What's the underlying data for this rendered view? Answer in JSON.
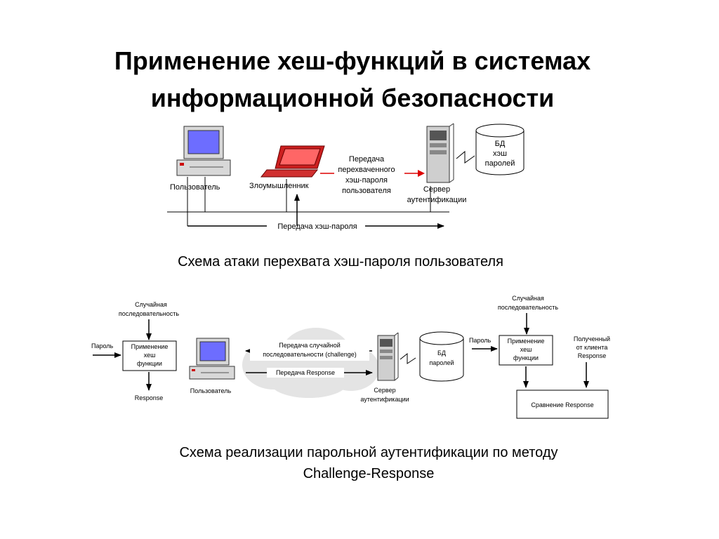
{
  "slide": {
    "title_line1": "Применение хеш-функций в системах",
    "title_line2": "информационной безопасности"
  },
  "diagram1": {
    "user_label": "Пользователь",
    "attacker_label": "Злоумышленник",
    "transfer_intercepted": [
      "Передача",
      "перехваченного",
      "хэш-пароля",
      "пользователя"
    ],
    "server_label": [
      "Сервер",
      "аутентификации"
    ],
    "db_label": [
      "БД",
      "хэш",
      "паролей"
    ],
    "bus_label": "Передача хэш-пароля",
    "caption": "Схема атаки перехвата хэш-пароля пользователя"
  },
  "diagram2": {
    "random_seq_left": [
      "Случайная",
      "последовательность"
    ],
    "password_left": "Пароль",
    "hash_box_left": [
      "Применение",
      "хеш",
      "функции"
    ],
    "response_left": "Response",
    "user_label": "Пользователь",
    "challenge_transfer": [
      "Передача случайной",
      "последовательности (challenge)"
    ],
    "response_transfer": "Передача Response",
    "server_label": [
      "Сервер",
      "аутентификации"
    ],
    "db_label": [
      "БД",
      "паролей"
    ],
    "password_right": "Пароль",
    "random_seq_right": [
      "Случайная",
      "последовательность"
    ],
    "hash_box_right": [
      "Применение",
      "хеш",
      "функции"
    ],
    "received_response": [
      "Полученный",
      "от клиента",
      "Response"
    ],
    "compare_box": "Сравнение Response",
    "caption_line1": "Схема реализации парольной аутентификации по методу",
    "caption_line2": "Challenge-Response"
  }
}
